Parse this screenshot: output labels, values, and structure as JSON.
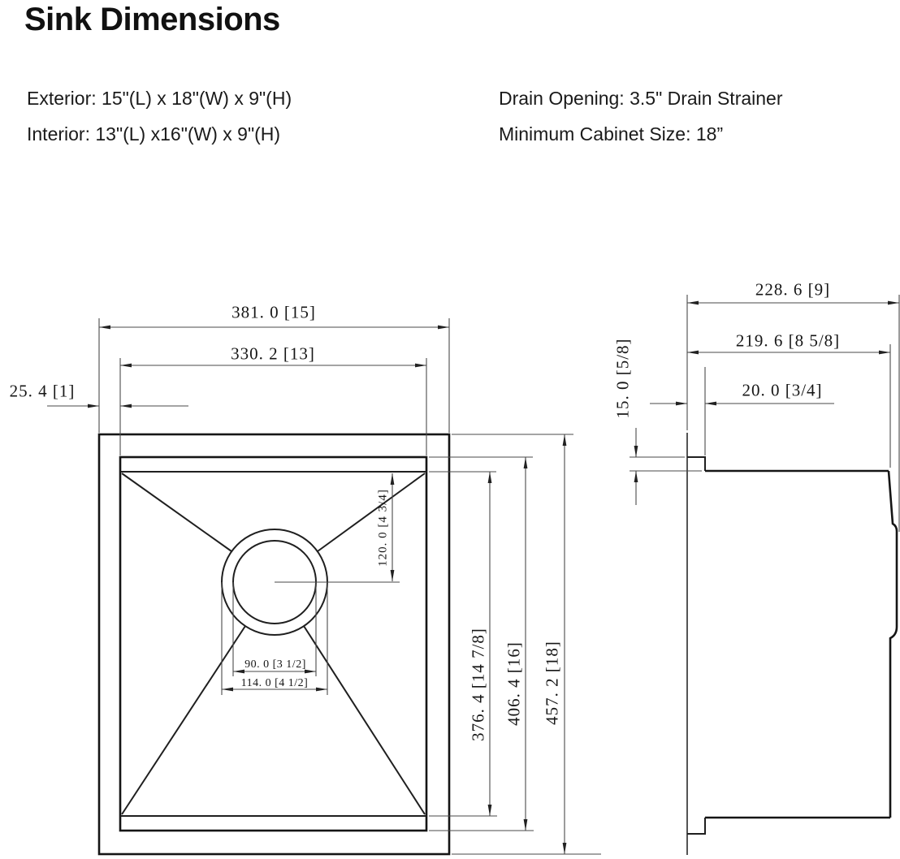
{
  "header": {
    "title": "Sink Dimensions",
    "exterior": "Exterior: 15\"(L) x 18\"(W) x 9\"(H)",
    "interior": "Interior: 13\"(L) x16\"(W) x 9\"(H)",
    "drain": "Drain Opening: 3.5\" Drain Strainer",
    "cabinet": "Minimum Cabinet Size: 18”"
  },
  "top_view": {
    "outer_width": "381. 0 [15]",
    "inner_width": "330. 2 [13]",
    "rim_width": "25. 4 [1]",
    "drain_center_from_top": "120. 0 [4 3/4]",
    "drain_inner_diameter": "90. 0 [3 1/2]",
    "drain_outer_diameter": "114. 0 [4 1/2]",
    "interior_length": "376. 4 [14 7/8]",
    "inner_length": "406. 4 [16]",
    "outer_length": "457. 2 [18]"
  },
  "side_view": {
    "outer_depth": "228. 6 [9]",
    "inner_depth": "219. 6 [8 5/8]",
    "flange_height": "15. 0 [5/8]",
    "flange_offset": "20. 0 [3/4]"
  }
}
